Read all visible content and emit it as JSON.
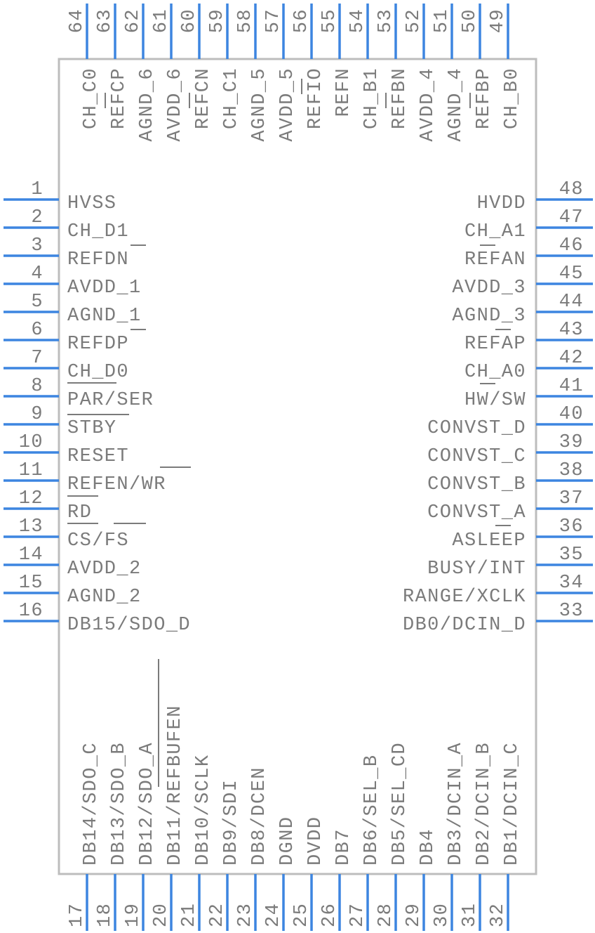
{
  "pins": {
    "left": [
      {
        "num": "1",
        "name": "HVSS"
      },
      {
        "num": "2",
        "name": "CH_D1"
      },
      {
        "num": "3",
        "name": "REFDN"
      },
      {
        "num": "4",
        "name": "AVDD_1"
      },
      {
        "num": "5",
        "name": "AGND_1"
      },
      {
        "num": "6",
        "name": "REFDP"
      },
      {
        "num": "7",
        "name": "CH_D0"
      },
      {
        "num": "8",
        "name": "PAR/SER"
      },
      {
        "num": "9",
        "name": "STBY"
      },
      {
        "num": "10",
        "name": "RESET"
      },
      {
        "num": "11",
        "name": "REFEN/WR"
      },
      {
        "num": "12",
        "name": "RD"
      },
      {
        "num": "13",
        "name": "CS/FS"
      },
      {
        "num": "14",
        "name": "AVDD_2"
      },
      {
        "num": "15",
        "name": "AGND_2"
      },
      {
        "num": "16",
        "name": "DB15/SDO_D"
      }
    ],
    "bottom": [
      {
        "num": "17",
        "name": "DB14/SDO_C"
      },
      {
        "num": "18",
        "name": "DB13/SDO_B"
      },
      {
        "num": "19",
        "name": "DB12/SDO_A"
      },
      {
        "num": "20",
        "name": "DB11/REFBUFEN"
      },
      {
        "num": "21",
        "name": "DB10/SCLK"
      },
      {
        "num": "22",
        "name": "DB9/SDI"
      },
      {
        "num": "23",
        "name": "DB8/DCEN"
      },
      {
        "num": "24",
        "name": "DGND"
      },
      {
        "num": "25",
        "name": "DVDD"
      },
      {
        "num": "26",
        "name": "DB7"
      },
      {
        "num": "27",
        "name": "DB6/SEL_B"
      },
      {
        "num": "28",
        "name": "DB5/SEL_CD"
      },
      {
        "num": "29",
        "name": "DB4"
      },
      {
        "num": "30",
        "name": "DB3/DCIN_A"
      },
      {
        "num": "31",
        "name": "DB2/DCIN_B"
      },
      {
        "num": "32",
        "name": "DB1/DCIN_C"
      }
    ],
    "right": [
      {
        "num": "33",
        "name": "DB0/DCIN_D"
      },
      {
        "num": "34",
        "name": "RANGE/XCLK"
      },
      {
        "num": "35",
        "name": "BUSY/INT"
      },
      {
        "num": "36",
        "name": "ASLEEP"
      },
      {
        "num": "37",
        "name": "CONVST_A"
      },
      {
        "num": "38",
        "name": "CONVST_B"
      },
      {
        "num": "39",
        "name": "CONVST_C"
      },
      {
        "num": "40",
        "name": "CONVST_D"
      },
      {
        "num": "41",
        "name": "HW/SW"
      },
      {
        "num": "42",
        "name": "CH_A0"
      },
      {
        "num": "43",
        "name": "REFAP"
      },
      {
        "num": "44",
        "name": "AGND_3"
      },
      {
        "num": "45",
        "name": "AVDD_3"
      },
      {
        "num": "46",
        "name": "REFAN"
      },
      {
        "num": "47",
        "name": "CH_A1"
      },
      {
        "num": "48",
        "name": "HVDD"
      }
    ],
    "top": [
      {
        "num": "49",
        "name": "CH_B0"
      },
      {
        "num": "50",
        "name": "REFBP"
      },
      {
        "num": "51",
        "name": "AGND_4"
      },
      {
        "num": "52",
        "name": "AVDD_4"
      },
      {
        "num": "53",
        "name": "REFBN"
      },
      {
        "num": "54",
        "name": "CH_B1"
      },
      {
        "num": "55",
        "name": "REFN"
      },
      {
        "num": "56",
        "name": "REFIO"
      },
      {
        "num": "57",
        "name": "AVDD_5"
      },
      {
        "num": "58",
        "name": "AGND_5"
      },
      {
        "num": "59",
        "name": "CH_C1"
      },
      {
        "num": "60",
        "name": "REFCN"
      },
      {
        "num": "61",
        "name": "AVDD_6"
      },
      {
        "num": "62",
        "name": "AGND_6"
      },
      {
        "num": "63",
        "name": "REFCP"
      },
      {
        "num": "64",
        "name": "CH_C0"
      }
    ]
  },
  "colors": {
    "pin_line": "#3d85e0",
    "body_outline": "#bdbdbd",
    "text": "#7b7b7b"
  }
}
